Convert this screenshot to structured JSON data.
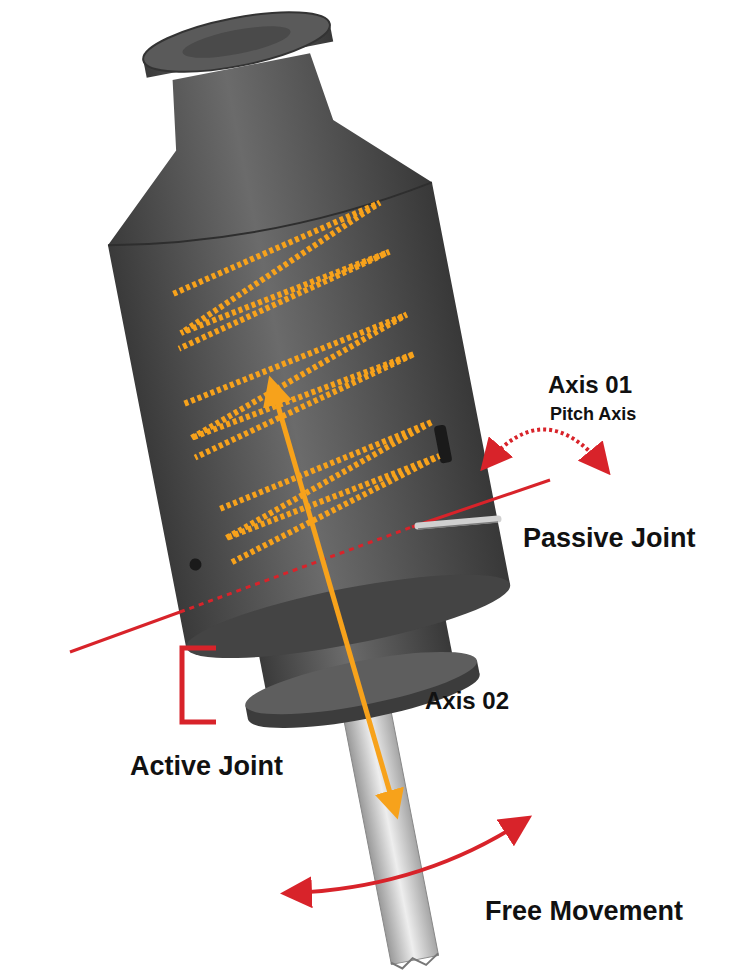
{
  "diagram": {
    "labels": [
      "Axis 01",
      "Pitch Axis",
      "Passive Joint",
      "Axis 02",
      "Active Joint",
      "Free Movement"
    ]
  }
}
